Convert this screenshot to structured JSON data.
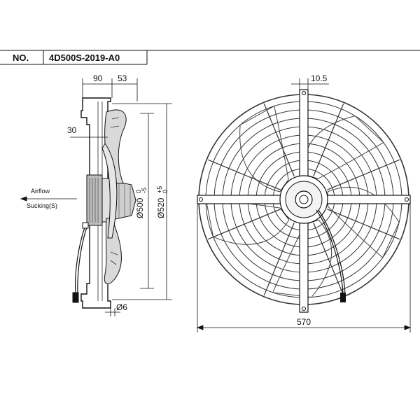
{
  "title_block": {
    "no_label": "NO.",
    "model_number": "4D500S-2019-A0"
  },
  "side_view": {
    "dim_top_left": "90",
    "dim_top_right": "53",
    "dim_hub_depth": "30",
    "dim_diameter_inner": "Ø500",
    "dim_diameter_inner_tol_upper": "0",
    "dim_diameter_inner_tol_lower": "-5",
    "dim_diameter_outer": "Ø520",
    "dim_diameter_outer_tol_upper": "+5",
    "dim_diameter_outer_tol_lower": "0",
    "dim_mount_hole": "Ø6",
    "airflow_label": "Airflow",
    "sucking_label": "Sucking(S)"
  },
  "front_view": {
    "dim_bracket_width": "10.5",
    "dim_overall_width": "570"
  },
  "colors": {
    "line": "#111111",
    "guard": "#333333",
    "blade_fill": "#d9d9d9",
    "motor_fill": "#bdbdbd"
  }
}
